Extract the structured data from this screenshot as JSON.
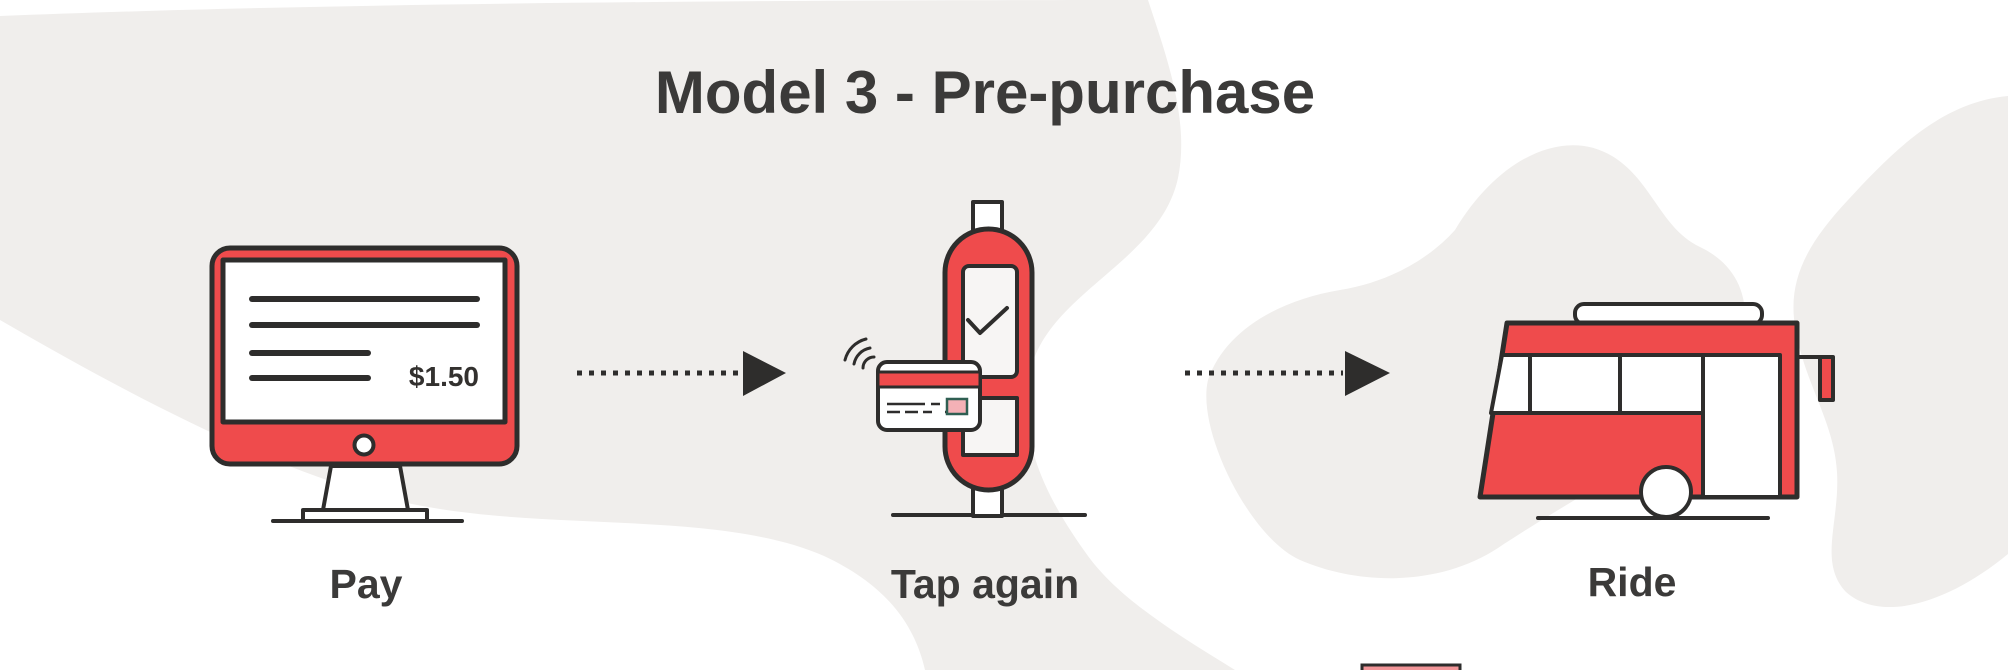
{
  "title": "Model 3 - Pre-purchase",
  "steps": [
    {
      "label": "Pay",
      "illustration": "desktop-monitor-showing-fare-invoice",
      "price": "$1.50"
    },
    {
      "label": "Tap again",
      "illustration": "card-validator-with-contactless-card-and-checkmark"
    },
    {
      "label": "Ride",
      "illustration": "city-bus"
    }
  ],
  "arrows": [
    {
      "name": "pay-to-tap",
      "style": "dotted-with-solid-head"
    },
    {
      "name": "tap-to-ride",
      "style": "dotted-with-solid-head"
    }
  ],
  "colors": {
    "red": "#ef4b4c",
    "outline": "#2e2d2c",
    "background_blob": "#f0eeec",
    "text": "#3b3a39",
    "chip_fill": "#f4b1b6",
    "chip_border": "#2f5f52",
    "white": "#ffffff"
  }
}
